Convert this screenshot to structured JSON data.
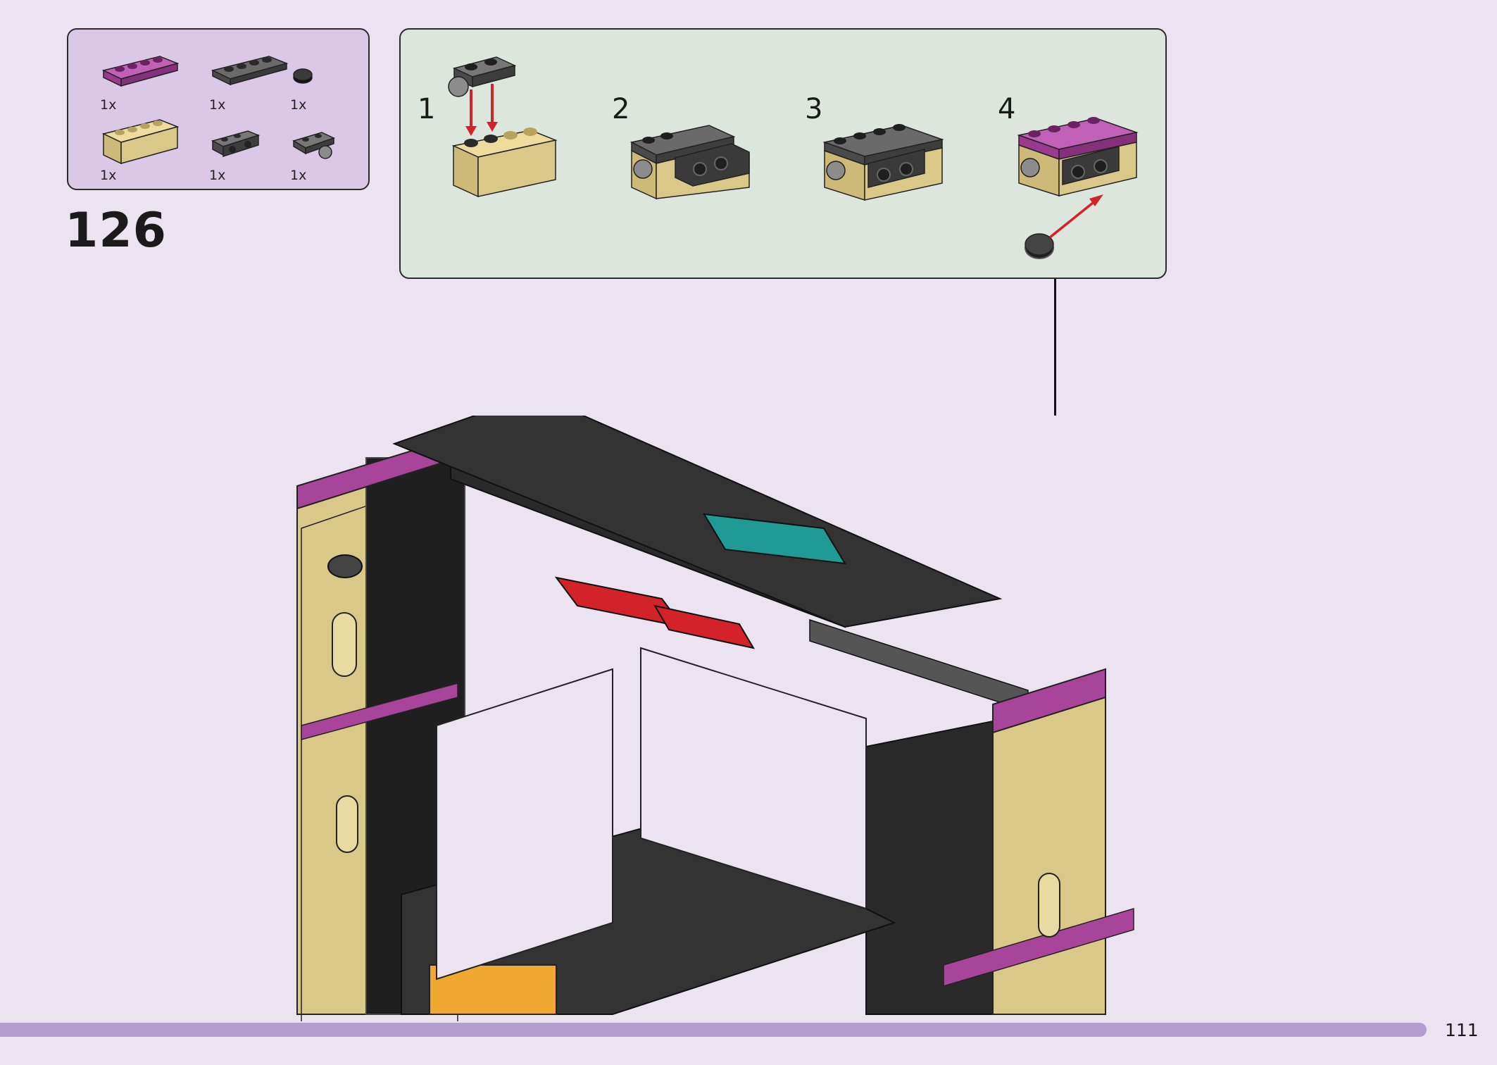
{
  "step": {
    "number": "126"
  },
  "parts": [
    {
      "qty": "1x",
      "name": "magenta 1x4 plate"
    },
    {
      "qty": "1x",
      "name": "dark grey 1x4 plate"
    },
    {
      "qty": "1x",
      "name": "black round tile"
    },
    {
      "qty": "1x",
      "name": "tan 1x4 brick"
    },
    {
      "qty": "1x",
      "name": "dark grey bracket with holes"
    },
    {
      "qty": "1x",
      "name": "dark grey plate with ball"
    }
  ],
  "substeps": [
    "1",
    "2",
    "3",
    "4"
  ],
  "page": {
    "number": "111"
  },
  "colors": {
    "background": "#ece3f1",
    "parts_box": "#dac8e6",
    "substeps_box": "#dce6dc",
    "footer_bar": "#b39fcf",
    "arrow": "#d3222a",
    "tan": "#d9c888",
    "magenta": "#a8459a",
    "dark_grey": "#555555",
    "black": "#1b1b1b"
  }
}
